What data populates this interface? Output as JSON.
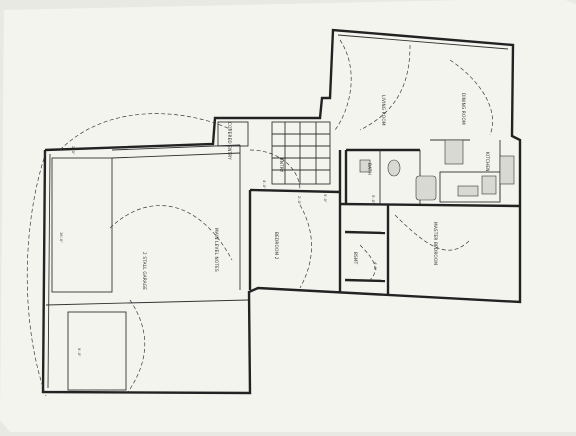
{
  "plan": {
    "rooms": {
      "living_room": "LIVING ROOM",
      "dining_room": "DINING ROOM",
      "kitchen": "KITCHEN",
      "main_level_notes": "MAIN LEVEL NOTES",
      "garage": "2 STALL GARAGE",
      "bedroom_2": "BEDROOM 2",
      "master_bedroom": "MASTER BEDROOM",
      "bath": "BATH",
      "entry": "ENTRY",
      "covered_entry": "COVERED ENTRY",
      "bsmt": "BSMT"
    },
    "dimensions": {
      "garage_top": "2'-0\"",
      "garage_left": "16'-0\"",
      "garage_bottom": "9'-0\"",
      "hall_a": "4'-0\"",
      "hall_b": "2'-0\"",
      "hall_c": "5'-0\"",
      "bath_width": "5'-0\"",
      "closet_width": "4'-0\""
    }
  },
  "colors": {
    "paper": "#f4f4ef",
    "background": "#e9e9e4",
    "ink": "#222222"
  }
}
